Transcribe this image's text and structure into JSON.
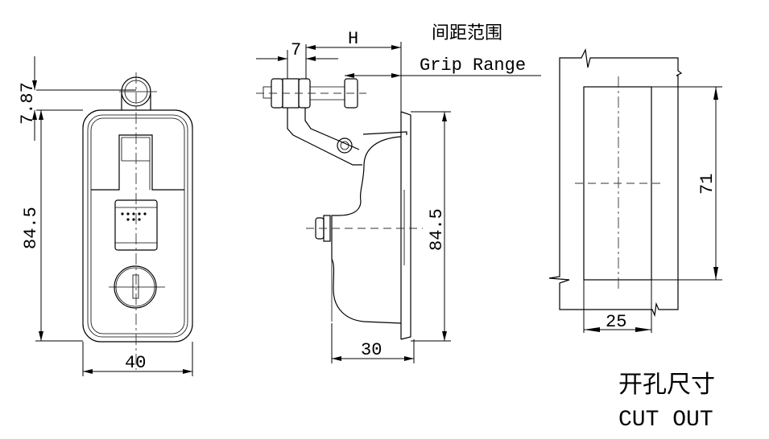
{
  "front_view": {
    "dim_top_offset": "7.87",
    "dim_height": "84.5",
    "dim_width": "40"
  },
  "side_view": {
    "dim_nut_width": "7",
    "dim_grip_symbol": "H",
    "grip_range_cn": "间距范围",
    "grip_range_en": "Grip Range",
    "dim_height": "84.5",
    "dim_depth": "30"
  },
  "cutout_view": {
    "dim_height": "71",
    "dim_width": "25",
    "caption_cn": "开孔尺寸",
    "caption_en": "CUT OUT"
  }
}
